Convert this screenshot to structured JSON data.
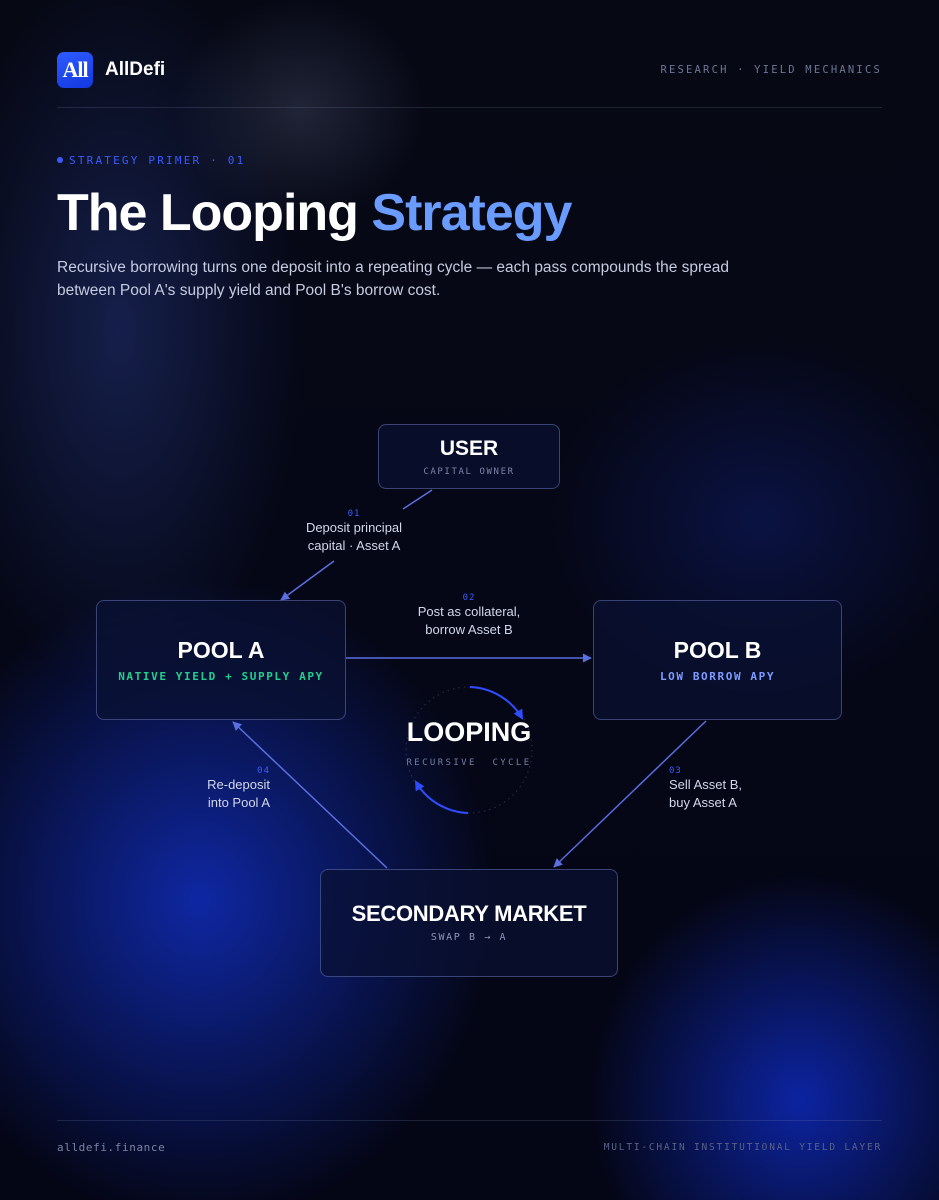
{
  "brand": {
    "logo_text": "All",
    "name": "AllDefi",
    "tag": "RESEARCH · YIELD MECHANICS"
  },
  "hero": {
    "eyebrow": "STRATEGY PRIMER · 01",
    "title_main": "The Looping",
    "title_accent": "Strategy",
    "subtitle": "Recursive borrowing turns one deposit into a repeating cycle — each pass compounds the spread between Pool A's supply yield and Pool B's borrow cost."
  },
  "nodes": {
    "user": {
      "title": "USER",
      "sub": "CAPITAL OWNER"
    },
    "pool_a": {
      "title": "POOL A",
      "sub": "NATIVE YIELD + SUPPLY APY"
    },
    "pool_b": {
      "title": "POOL B",
      "sub": "LOW BORROW APY"
    },
    "market": {
      "title": "SECONDARY MARKET",
      "sub": "SWAP B → A"
    }
  },
  "center": {
    "title": "LOOPING",
    "sub": "RECURSIVE  CYCLE"
  },
  "steps": [
    {
      "num": "01",
      "line1": "Deposit principal",
      "line2": "capital · Asset A"
    },
    {
      "num": "02",
      "line1": "Post as collateral,",
      "line2": "borrow Asset B"
    },
    {
      "num": "03",
      "line1": "Sell Asset B,",
      "line2": "buy Asset A"
    },
    {
      "num": "04",
      "line1": "Re-deposit",
      "line2": "into Pool A"
    }
  ],
  "footer": {
    "url": "alldefi.finance",
    "tag": "MULTI-CHAIN INSTITUTIONAL YIELD LAYER"
  },
  "colors": {
    "accent_blue": "#3a5bff",
    "title_accent": "#6a9bff",
    "yield_green": "#22d08e",
    "borrow_blue": "#7d9cff",
    "arrow": "#5a6fe0"
  }
}
